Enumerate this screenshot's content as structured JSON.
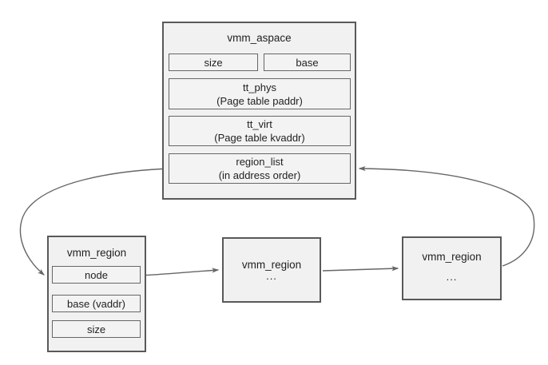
{
  "aspace": {
    "title": "vmm_aspace",
    "size_label": "size",
    "base_label": "base",
    "tt_phys_name": "tt_phys",
    "tt_phys_desc": "(Page table paddr)",
    "tt_virt_name": "tt_virt",
    "tt_virt_desc": "(Page table kvaddr)",
    "region_list_name": "region_list",
    "region_list_desc": "(in address order)"
  },
  "region_left": {
    "title": "vmm_region",
    "node_label": "node",
    "base_label": "base (vaddr)",
    "size_label": "size"
  },
  "region_mid": {
    "title": "vmm_region",
    "ellipsis": "..."
  },
  "region_right": {
    "title": "vmm_region",
    "ellipsis": "..."
  },
  "colors": {
    "background": "#ffffff",
    "box_fill": "#f1f1f1",
    "box_border": "#595959",
    "inner_border": "#666666",
    "connector": "#666666",
    "text": "#1f1f1f"
  }
}
